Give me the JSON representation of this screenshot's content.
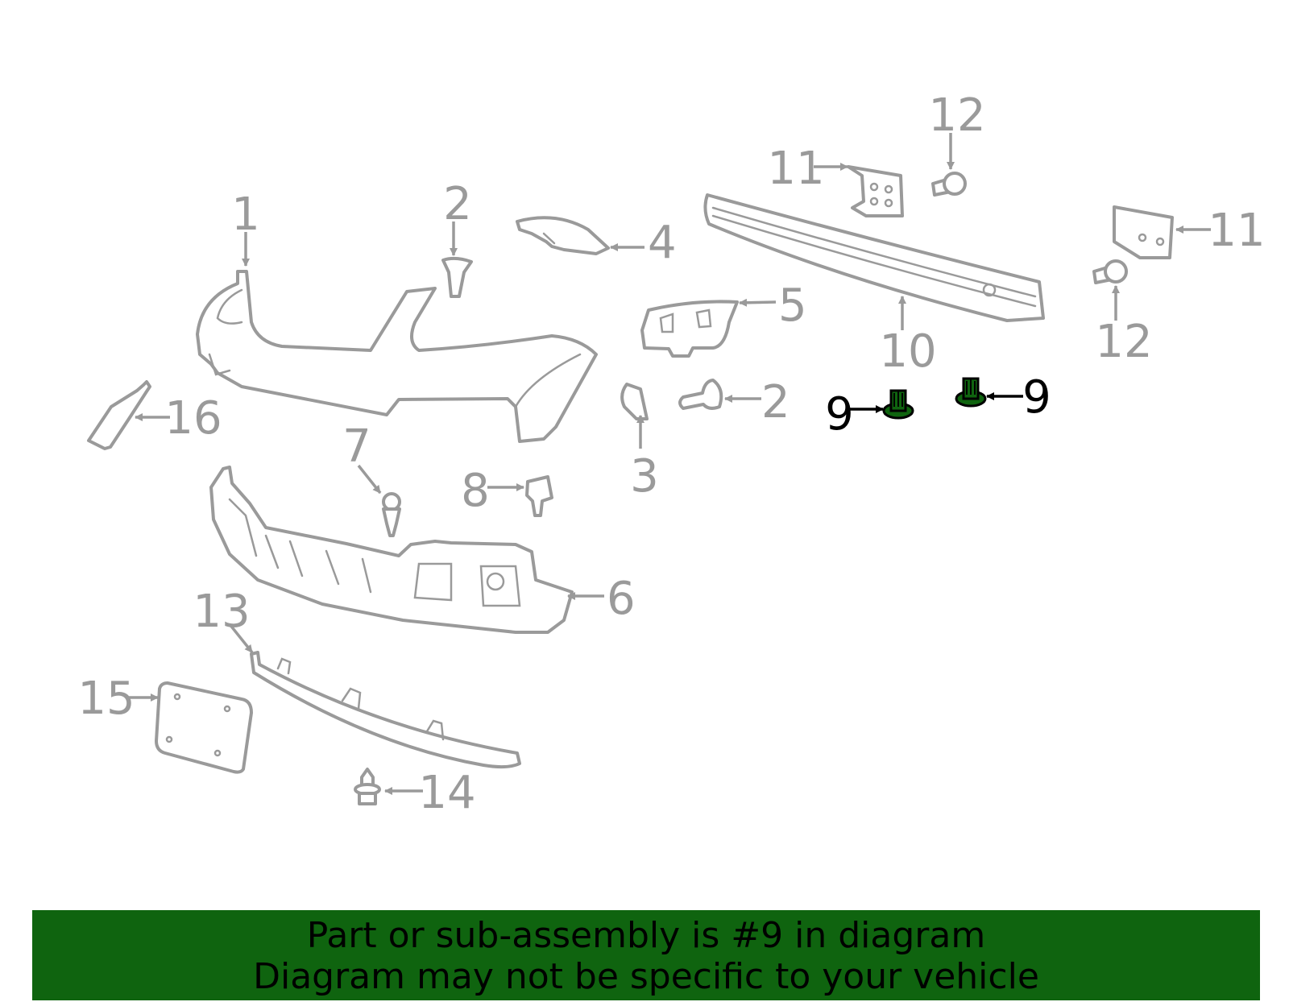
{
  "callouts": {
    "c1": "1",
    "c2a": "2",
    "c2b": "2",
    "c3": "3",
    "c4": "4",
    "c5": "5",
    "c6": "6",
    "c7": "7",
    "c8": "8",
    "c9a": "9",
    "c9b": "9",
    "c10": "10",
    "c11a": "11",
    "c11b": "11",
    "c12a": "12",
    "c12b": "12",
    "c13": "13",
    "c14": "14",
    "c15": "15",
    "c16": "16"
  },
  "highlight": {
    "part_number": "9",
    "color": "#0f640f"
  },
  "banner": {
    "line1": "Part or sub-assembly is #9 in diagram",
    "line2": "Diagram may not be specific to your vehicle",
    "background": "#0f640f"
  }
}
